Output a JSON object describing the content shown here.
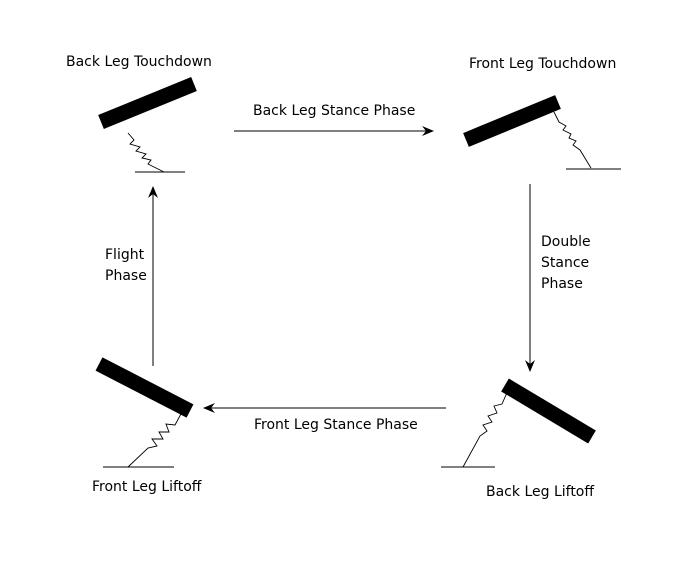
{
  "states": {
    "back_touchdown": "Back Leg Touchdown",
    "front_touchdown": "Front Leg Touchdown",
    "back_liftoff": "Back Leg Liftoff",
    "front_liftoff": "Front Leg Liftoff"
  },
  "phases": {
    "back_stance": "Back Leg Stance Phase",
    "double_stance_1": "Double",
    "double_stance_2": "Stance",
    "double_stance_3": "Phase",
    "front_stance": "Front Leg Stance Phase",
    "flight_1": "Flight",
    "flight_2": "Phase"
  },
  "colors": {
    "ink": "#000000",
    "background": "#ffffff"
  }
}
